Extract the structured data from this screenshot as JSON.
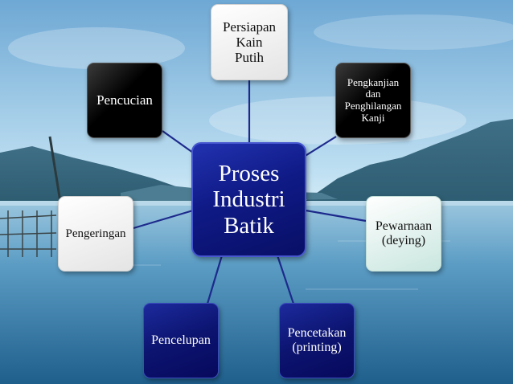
{
  "center": {
    "label": "Proses\nIndustri\nBatik"
  },
  "nodes": {
    "top": {
      "label": "Persiapan\nKain\nPutih"
    },
    "top_right": {
      "label": "Pengkanjian\ndan\nPenghilangan\nKanji"
    },
    "right": {
      "label": "Pewarnaan\n(deying)"
    },
    "bottom_right": {
      "label": "Pencetakan\n(printing)"
    },
    "bottom_left": {
      "label": "Pencelupan"
    },
    "left": {
      "label": "Pengeringan"
    },
    "top_left": {
      "label": "Pencucian"
    }
  },
  "colors": {
    "connector": "#1d2a8c",
    "center_fill": "#0f1a86",
    "navy_fill": "#0c1470",
    "black_fill": "#000000",
    "white_fill": "#f2f2f2",
    "mint_fill": "#dff0ec"
  }
}
